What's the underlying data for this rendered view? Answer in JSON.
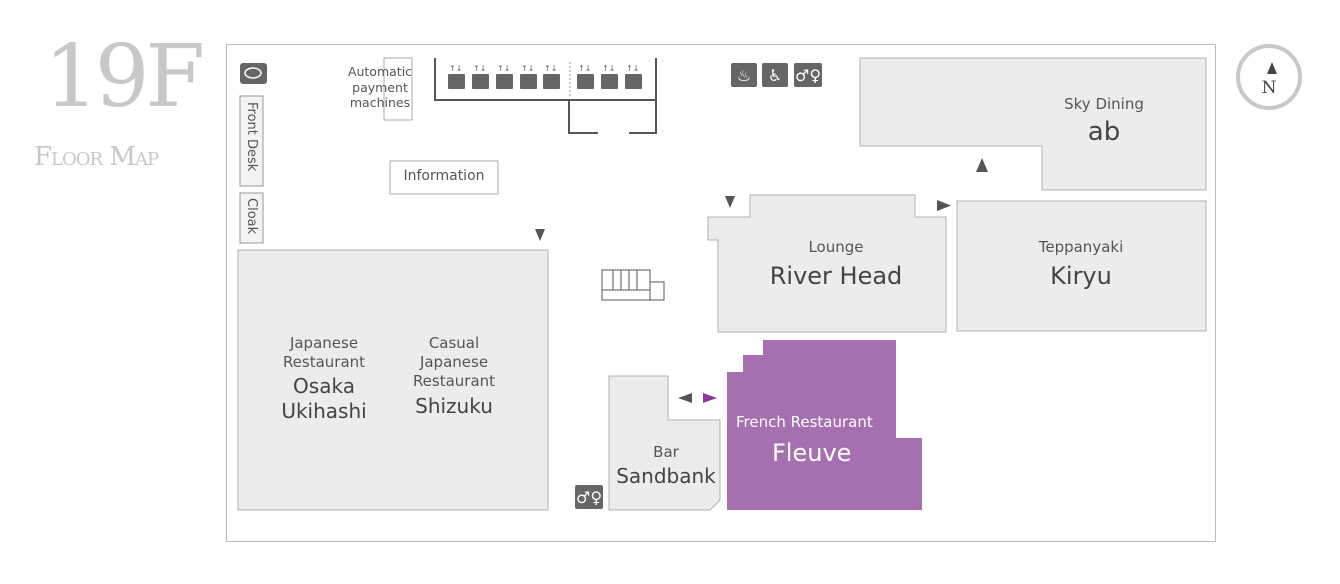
{
  "header": {
    "floor": "19F",
    "subtitle": "Floor Map"
  },
  "compass": {
    "letter": "N"
  },
  "facilities": {
    "front_desk": "Front Desk",
    "cloak": "Cloak",
    "payment": [
      "Automatic",
      "payment",
      "machines"
    ],
    "information": "Information"
  },
  "venues": {
    "osaka": {
      "type": [
        "Japanese",
        "Restaurant"
      ],
      "name": [
        "Osaka",
        "Ukihashi"
      ]
    },
    "shizuku": {
      "type": [
        "Casual",
        "Japanese",
        "Restaurant"
      ],
      "name": "Shizuku"
    },
    "river_head": {
      "type": "Lounge",
      "name": "River Head"
    },
    "kiryu": {
      "type": "Teppanyaki",
      "name": "Kiryu"
    },
    "sky_dining": {
      "type": "Sky Dining",
      "name": "ab"
    },
    "sandbank": {
      "type": "Bar",
      "name": "Sandbank"
    },
    "fleuve": {
      "type": "French Restaurant",
      "name": "Fleuve"
    }
  },
  "colors": {
    "room": "#ececec",
    "room_border": "#b0b0b0",
    "highlight": "#a56fb0",
    "icon": "#666666",
    "arrow_accent": "#8a3a96"
  },
  "icons": [
    "currency-exchange-icon",
    "elevator-icon",
    "smoking-area-icon",
    "wheelchair-icon",
    "restroom-icon",
    "stairs-icon",
    "entrance-arrow-icon"
  ]
}
